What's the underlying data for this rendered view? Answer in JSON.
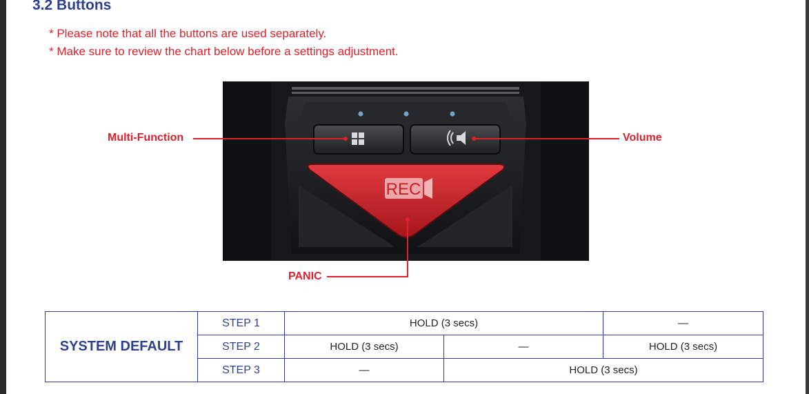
{
  "section": {
    "heading": "3.2 Buttons"
  },
  "notes": [
    "* Please note that all the buttons are used separately.",
    "* Make sure to review the chart below before a settings adjustment."
  ],
  "device": {
    "rec_label": "REC",
    "callouts": {
      "multi_function": "Multi-Function",
      "volume": "Volume",
      "panic": "PANIC"
    },
    "colors": {
      "accent": "#e0202a",
      "body": "#1b1c1e",
      "rec_button": "#c41f25"
    }
  },
  "table": {
    "row_header": "SYSTEM DEFAULT",
    "rows": [
      {
        "step": "STEP 1",
        "cells": [
          "HOLD (3 secs)",
          "—"
        ]
      },
      {
        "step": "STEP 2",
        "cells": [
          "HOLD (3 secs)",
          "—",
          "HOLD (3 secs)"
        ]
      },
      {
        "step": "STEP 3",
        "cells": [
          "—",
          "HOLD (3 secs)"
        ]
      }
    ]
  }
}
